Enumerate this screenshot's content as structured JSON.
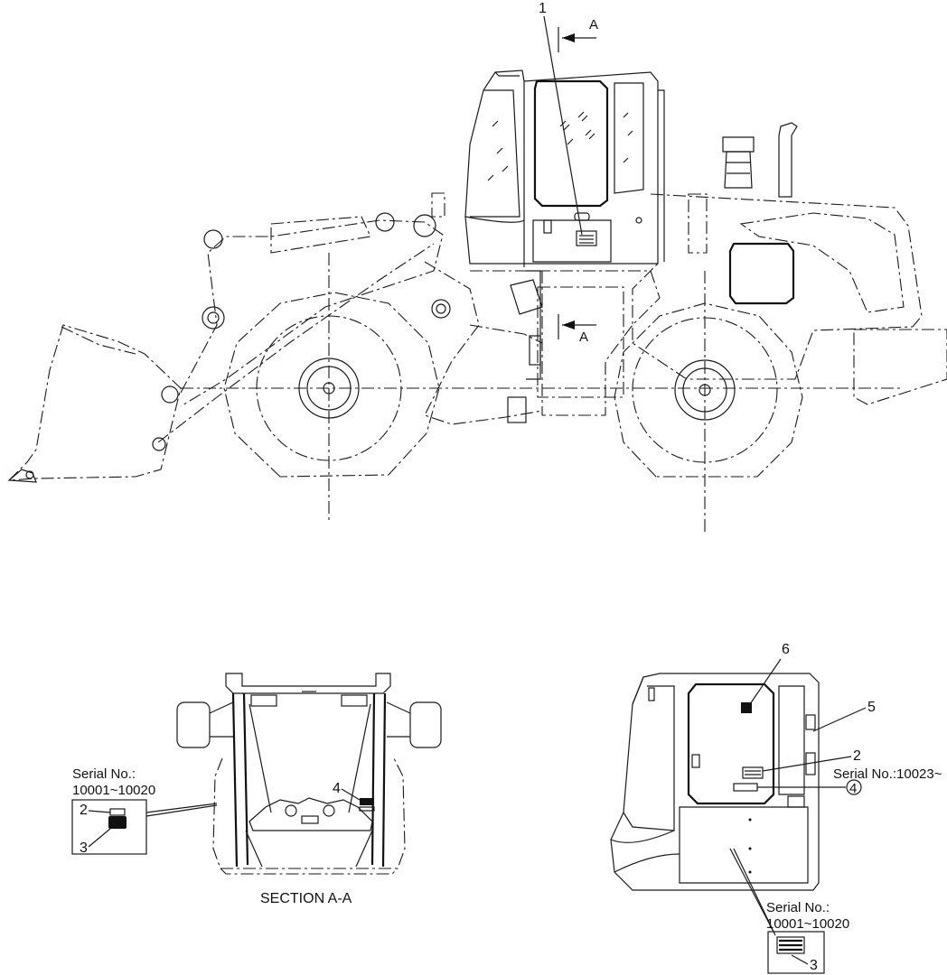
{
  "callouts": {
    "c1": "1",
    "c2": "2",
    "c3": "3",
    "c4": "4",
    "c5": "5",
    "c6": "6"
  },
  "section_marks": {
    "top": "A",
    "mid": "A"
  },
  "section_title": "SECTION A-A",
  "serial_left": {
    "line1": "Serial No.:",
    "line2": "10001~10020"
  },
  "serial_right_bottom": {
    "line1": "Serial No.:",
    "line2": "10001~10020"
  },
  "serial_right_side": "Serial No.:10023~",
  "circled_four": "4"
}
